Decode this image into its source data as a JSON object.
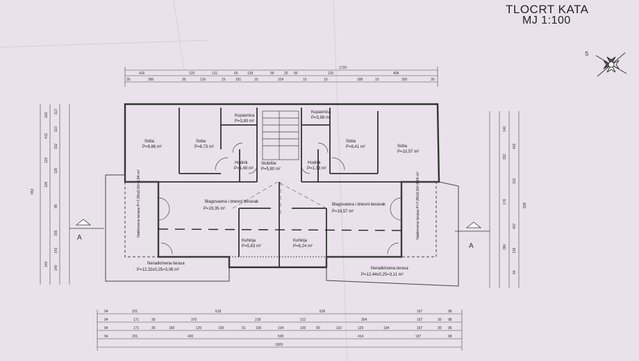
{
  "sheet": {
    "title": "TLOCRT KATA",
    "scale": "MJ 1:100",
    "compass_letter": "S",
    "section_marker": "A"
  },
  "rooms": {
    "soba1_name": "Soba",
    "soba1_area": "P=9,86 m²",
    "soba2_name": "Soba",
    "soba2_area": "P=8,73 m²",
    "kup1_name": "Kupaonica",
    "kup1_area": "P=3,80 m²",
    "stub_name": "Stubište",
    "stub_area": "P=5,80 m²",
    "kup2_name": "Kupaonica",
    "kup2_area": "P=3,98 m²",
    "soba3_name": "Soba",
    "soba3_area": "P=8,41 m²",
    "soba4_name": "Soba",
    "soba4_area": "P=10,57 m²",
    "hod1_name": "Hodnik",
    "hod1_area": "P=1,49 m²",
    "hod2_name": "Hodnik",
    "hod2_area": "P=1,33 m²",
    "blag1_name": "Blagovaona i dnevni boravak",
    "blag1_area": "P=19,35 m²",
    "blag2_name": "Blagovaona i dnevni boravak",
    "blag2_area": "P=19,57 m²",
    "kuh1_name": "Kuhinja",
    "kuh1_area": "P=5,63 m²",
    "kuh2_name": "Kuhinja",
    "kuh2_area": "P=6,24 m²",
    "nat1": "Natkrivena terasa P=7,89x0,50=3,94 m²",
    "nat2": "Natkrivena terasa P=7,89x0,50=3,94 m²",
    "nen1_name": "Nenatkrivena terasa",
    "nen1_area": "P=12,32x0,25=3,08 m²",
    "nen2_name": "Nenatkrivena terasa",
    "nen2_area": "P=12,44x0,25=3,11 m²"
  },
  "dims_top": {
    "overall": "1720",
    "row1": [
      "416",
      "120",
      "131",
      "60",
      "139",
      "90",
      "25",
      "80",
      "120",
      "408"
    ],
    "row2": [
      "30",
      "280",
      "30",
      "216",
      "15",
      "181",
      "15",
      "224",
      "15",
      "10",
      "188",
      "15",
      "300",
      "30"
    ]
  },
  "dims_bottom": {
    "row1": [
      "94",
      "201",
      "618",
      "636",
      "167",
      "98"
    ],
    "row2": [
      "94",
      "171",
      "30",
      "370",
      "218",
      "212",
      "394",
      "167",
      "30",
      "98"
    ],
    "row3": [
      "94",
      "171",
      "30",
      "180",
      "120",
      "100",
      "91",
      "100",
      "104",
      "100",
      "90",
      "110",
      "120",
      "194",
      "167",
      "30",
      "96"
    ],
    "row4": [
      "94",
      "201",
      "400",
      "505",
      "414",
      "197",
      "98"
    ],
    "overall": "1909"
  },
  "dims_left": {
    "overall": "953",
    "row1": [
      "163",
      "412",
      "120",
      "105",
      "140"
    ],
    "row2": [
      "113",
      "110",
      "152",
      "130",
      "88",
      "156",
      "143",
      "140"
    ]
  },
  "dims_right": {
    "overall": "928",
    "row1": [
      "140",
      "332",
      "176",
      "280"
    ],
    "row2": [
      "432",
      "312",
      "407",
      "139",
      "94"
    ]
  }
}
